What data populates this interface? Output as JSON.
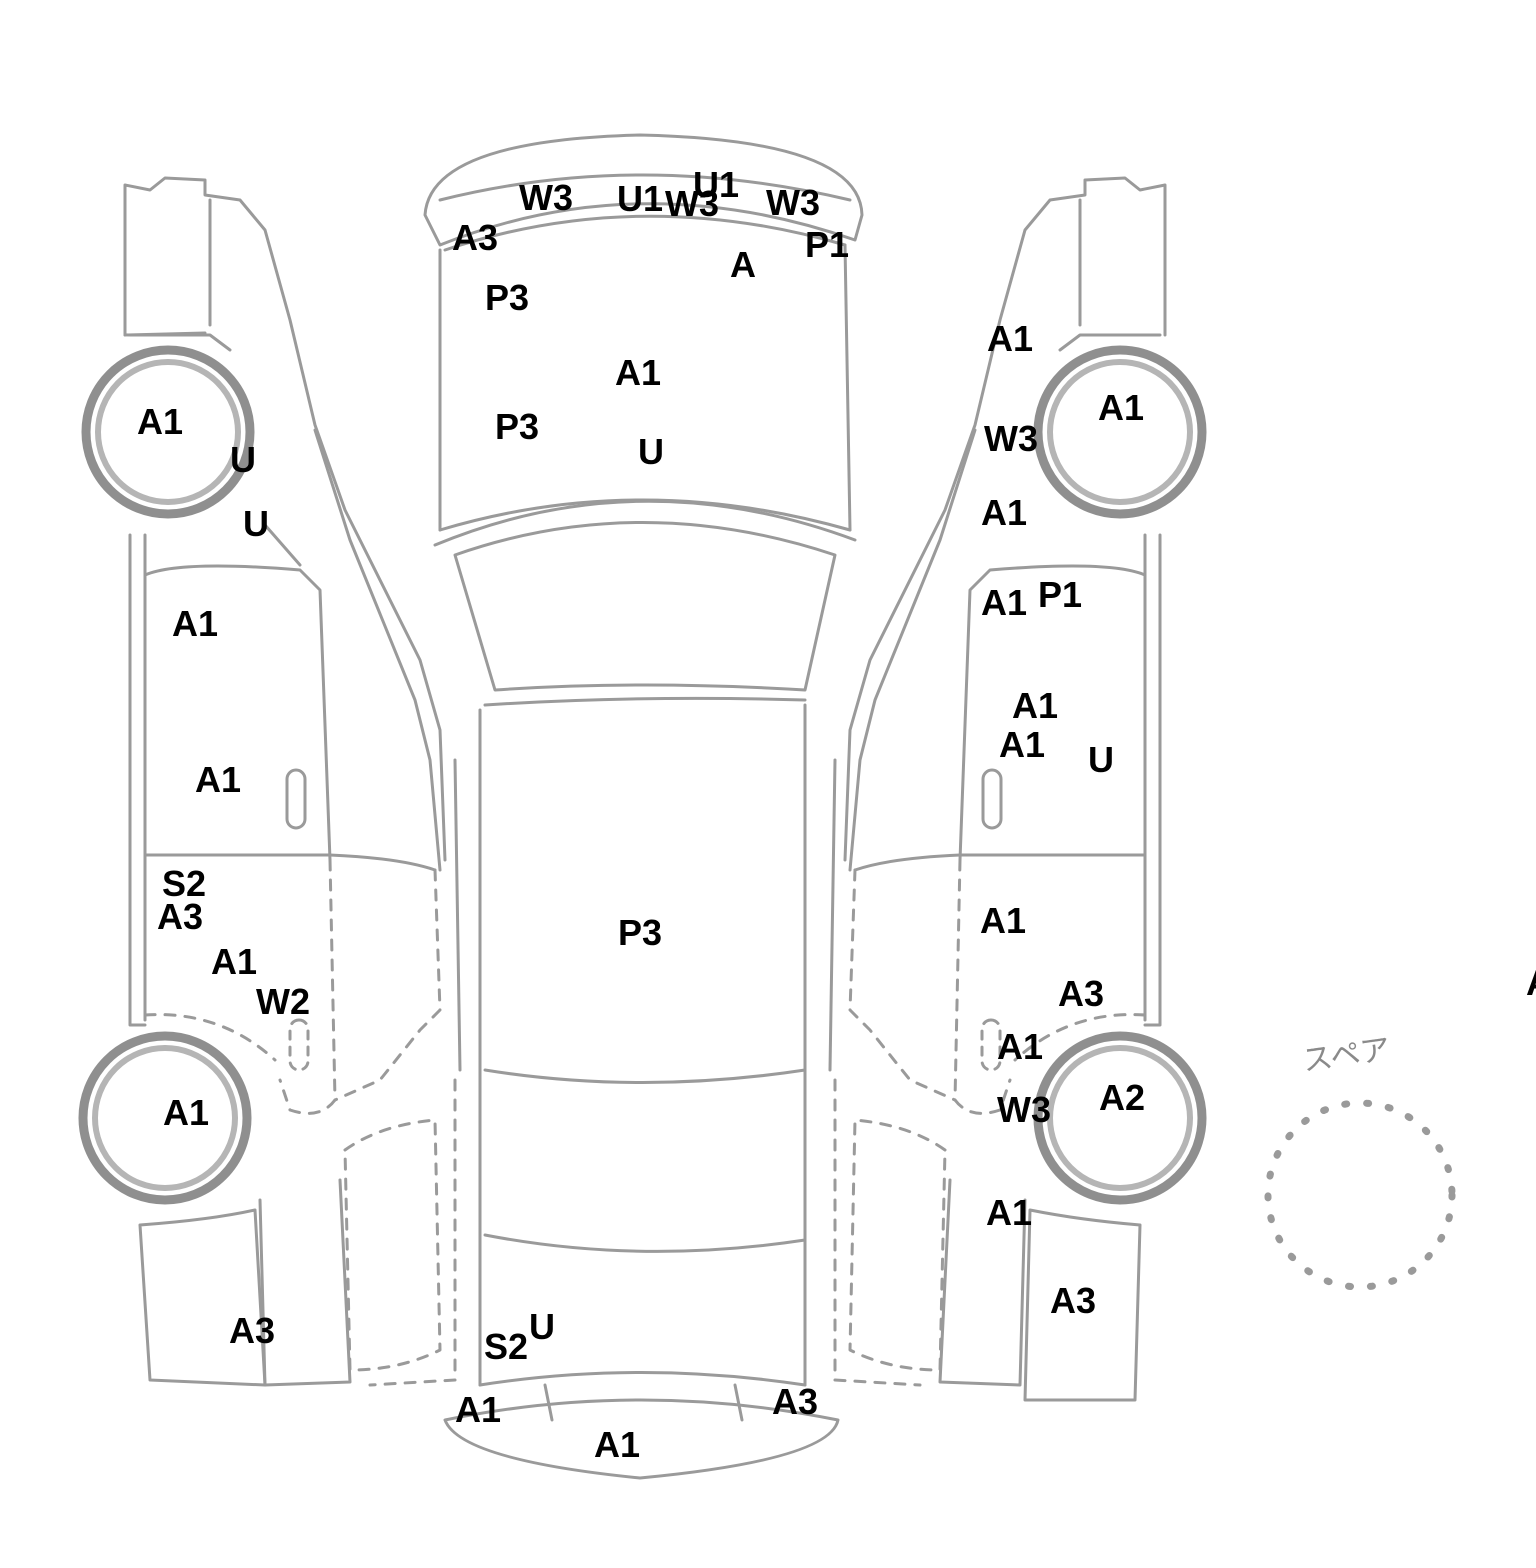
{
  "diagram": {
    "spare_label": "スペア",
    "colors": {
      "outline": "#9a9a9a",
      "tire": "#8f8f8f",
      "text": "#000000"
    },
    "marks": [
      {
        "zone": "left-side",
        "code": "A1"
      },
      {
        "zone": "left-side",
        "code": "U"
      },
      {
        "zone": "left-side",
        "code": "U"
      },
      {
        "zone": "left-side",
        "code": "A1"
      },
      {
        "zone": "left-side",
        "code": "A1"
      },
      {
        "zone": "left-side",
        "code": "S2"
      },
      {
        "zone": "left-side",
        "code": "A3"
      },
      {
        "zone": "left-side",
        "code": "A1"
      },
      {
        "zone": "left-side",
        "code": "W2"
      },
      {
        "zone": "left-side",
        "code": "A1"
      },
      {
        "zone": "left-side",
        "code": "A3"
      },
      {
        "zone": "top-front",
        "code": "W3"
      },
      {
        "zone": "top-front",
        "code": "U1"
      },
      {
        "zone": "top-front",
        "code": "W3"
      },
      {
        "zone": "top-front",
        "code": "U1"
      },
      {
        "zone": "top-front",
        "code": "W3"
      },
      {
        "zone": "top-front",
        "code": "A3"
      },
      {
        "zone": "top-front",
        "code": "P1"
      },
      {
        "zone": "top-front",
        "code": "A"
      },
      {
        "zone": "top-front",
        "code": "P3"
      },
      {
        "zone": "top-front",
        "code": "A1"
      },
      {
        "zone": "top-front",
        "code": "P3"
      },
      {
        "zone": "top-front",
        "code": "U"
      },
      {
        "zone": "top-roof",
        "code": "P3"
      },
      {
        "zone": "top-rear",
        "code": "U"
      },
      {
        "zone": "top-rear",
        "code": "S2"
      },
      {
        "zone": "top-rear",
        "code": "A1"
      },
      {
        "zone": "top-rear",
        "code": "A3"
      },
      {
        "zone": "top-rear",
        "code": "A1"
      },
      {
        "zone": "right-side",
        "code": "A1"
      },
      {
        "zone": "right-side",
        "code": "A1"
      },
      {
        "zone": "right-side",
        "code": "W3"
      },
      {
        "zone": "right-side",
        "code": "A1"
      },
      {
        "zone": "right-side",
        "code": "A1"
      },
      {
        "zone": "right-side",
        "code": "P1"
      },
      {
        "zone": "right-side",
        "code": "A1"
      },
      {
        "zone": "right-side",
        "code": "A1"
      },
      {
        "zone": "right-side",
        "code": "U"
      },
      {
        "zone": "right-side",
        "code": "A1"
      },
      {
        "zone": "right-side",
        "code": "A3"
      },
      {
        "zone": "right-side",
        "code": "A1"
      },
      {
        "zone": "right-side",
        "code": "W3"
      },
      {
        "zone": "right-side",
        "code": "A2"
      },
      {
        "zone": "right-side",
        "code": "A1"
      },
      {
        "zone": "right-side",
        "code": "A3"
      },
      {
        "zone": "edge",
        "code": "A"
      }
    ]
  }
}
